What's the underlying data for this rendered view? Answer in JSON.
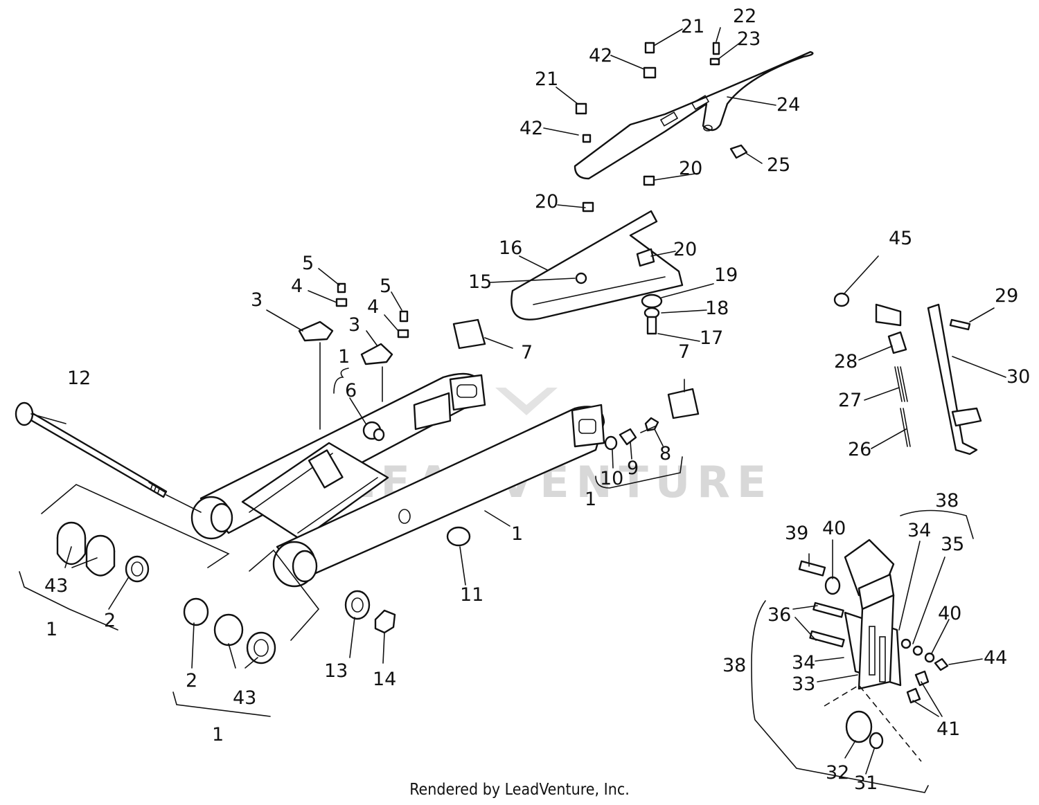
{
  "watermark": {
    "text": "LEADVENTURE"
  },
  "footer": {
    "text": "Rendered by LeadVenture, Inc."
  },
  "callouts": {
    "swingarm": "1",
    "swingarm_kit_1": "1",
    "swingarm_kit_2": "1",
    "swingarm_kit_3": "1",
    "swingarm_kit_4": "1",
    "collar_left": "2",
    "collar_right": "2",
    "guide_left": "3",
    "guide_right": "3",
    "washer_left": "4",
    "washer_right": "4",
    "bolt_left": "5",
    "bolt_right": "5",
    "bushing": "6",
    "plate_left": "7",
    "plate_right": "7",
    "bolt_8": "8",
    "nut_9": "9",
    "washer_10": "10",
    "cap_11": "11",
    "pivot_shaft": "12",
    "washer_13": "13",
    "nut_14": "14",
    "collar_15": "15",
    "chain_guard": "16",
    "bolt_17": "17",
    "washer_18": "18",
    "collar_19": "19",
    "grommet_20a": "20",
    "grommet_20b": "20",
    "grommet_20c": "20",
    "bolt_21a": "21",
    "bolt_21b": "21",
    "screw_22": "22",
    "washer_23": "23",
    "chain_case": "24",
    "nut_25": "25",
    "spring_26": "26",
    "spring_27": "27",
    "plate_28": "28",
    "bolt_29": "29",
    "sidestand": "30",
    "collar_31": "31",
    "roller_32": "32",
    "plate_33": "33",
    "plate_34a": "34",
    "plate_34b": "34",
    "spring_35": "35",
    "bolt_36": "36",
    "assembly_38a": "38",
    "assembly_38b": "38",
    "bolt_39": "39",
    "washer_40a": "40",
    "washer_40b": "40",
    "nut_41": "41",
    "grommet_42a": "42",
    "grommet_42b": "42",
    "bushing_43a": "43",
    "bushing_43b": "43",
    "nut_44": "44",
    "nut_45": "45"
  }
}
